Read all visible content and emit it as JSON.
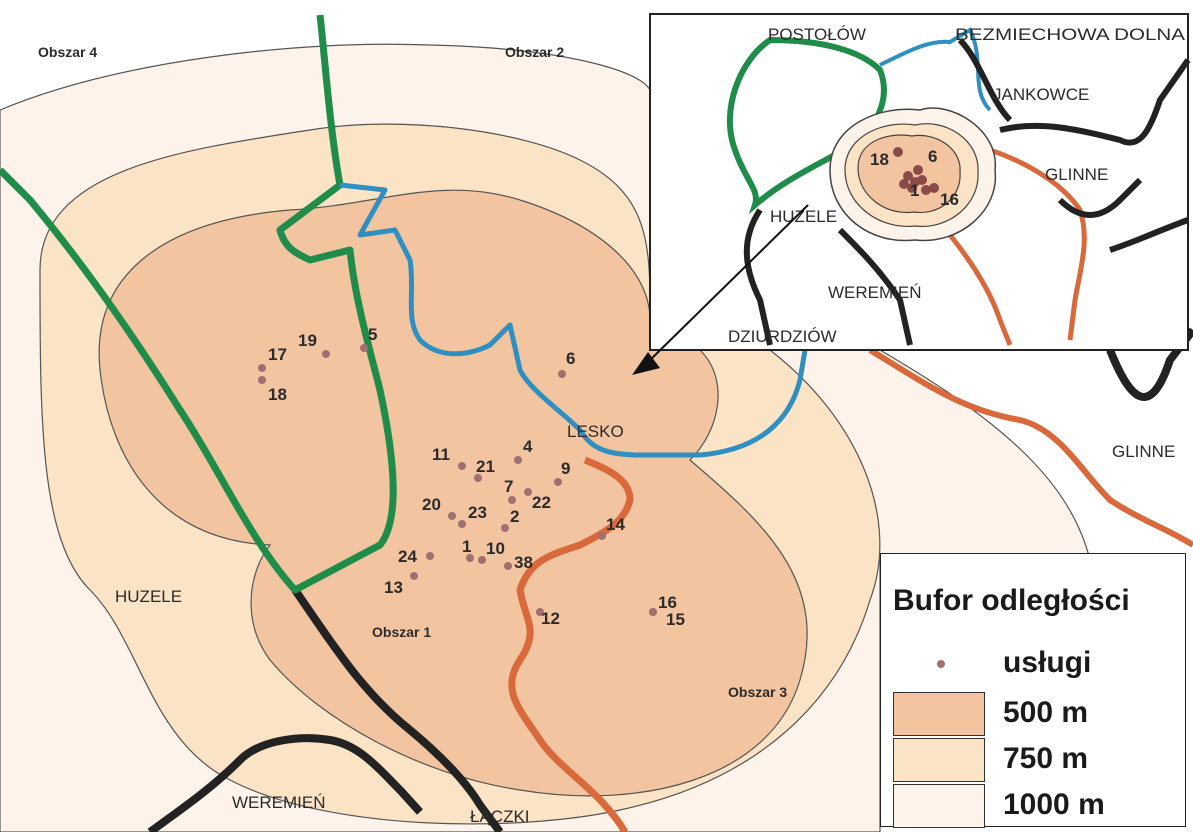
{
  "map": {
    "area_labels": [
      "Obszar 1",
      "Obszar 2",
      "Obszar 3",
      "Obszar 4"
    ],
    "place_labels": [
      "HUZELE",
      "WEREMIEŃ",
      "ŁĄCZKI",
      "LESKO",
      "GLINNE"
    ],
    "point_labels": [
      "1",
      "2",
      "4",
      "5",
      "6",
      "7",
      "9",
      "10",
      "11",
      "12",
      "13",
      "14",
      "15",
      "16",
      "17",
      "18",
      "19",
      "20",
      "21",
      "22",
      "23",
      "24",
      "38"
    ],
    "colors": {
      "buffer_500": "#f2c4a0",
      "buffer_750": "#fbe3c6",
      "buffer_1000": "#fdf3ea",
      "service_point": "#a07070",
      "green_line": "#1f8c4a",
      "blue_line": "#2f8fc0",
      "orange_line": "#d9683a",
      "road": "#222222"
    }
  },
  "inset": {
    "labels": [
      "POSTOŁÓW",
      "BEZMIECHOWA DOLNA",
      "JANKOWCE",
      "GLINNE",
      "HUZELE",
      "WEREMIEŃ",
      "DZIURDZIÓW"
    ],
    "point_labels": [
      "18",
      "6",
      "1",
      "16"
    ]
  },
  "legend": {
    "title": "Bufor odległości",
    "items": [
      {
        "label": "usługi",
        "kind": "point"
      },
      {
        "label": "500 m",
        "kind": "swatch"
      },
      {
        "label": "750 m",
        "kind": "swatch"
      },
      {
        "label": "1000 m",
        "kind": "swatch"
      }
    ]
  }
}
